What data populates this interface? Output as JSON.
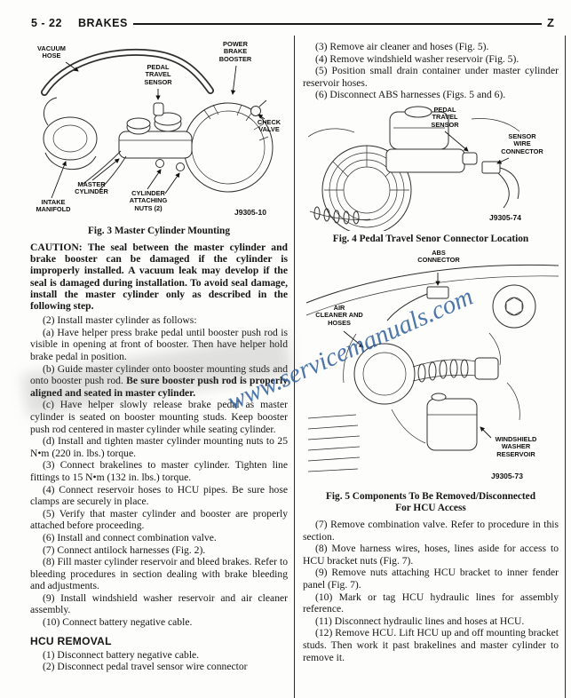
{
  "header": {
    "page_number": "5 - 22",
    "section_title": "BRAKES",
    "corner_mark": "Z"
  },
  "watermark": {
    "text": "www.servicemanuals.com",
    "color": "#2f5f9e"
  },
  "left_column": {
    "fig3": {
      "labels": {
        "vacuum_hose": "VACUUM\nHOSE",
        "pedal_travel_sensor": "PEDAL\nTRAVEL\nSENSOR",
        "power_brake_booster": "POWER\nBRAKE\nBOOSTER",
        "check_valve": "CHECK\nVALVE",
        "master_cylinder": "MASTER\nCYLINDER",
        "intake_manifold": "INTAKE\nMANIFOLD",
        "cylinder_attaching_nuts": "CYLINDER\nATTACHING\nNUTS (2)"
      },
      "code": "J9305-10",
      "caption": "Fig. 3 Master Cylinder Mounting"
    },
    "caution": "CAUTION: The seal between the master cylinder and brake booster can be damaged if the cylinder is improperly installed. A vacuum leak may develop if the seal is damaged during installation. To avoid seal damage, install the master cylinder only as described in the following step.",
    "steps": [
      "(2) Install master cylinder as follows:",
      "(a) Have helper press brake pedal until booster push rod is visible in opening at front of booster. Then have helper hold brake pedal in position.",
      [
        {
          "t": "(b) Guide master cylinder onto booster mounting studs and onto booster push rod. ",
          "b": false
        },
        {
          "t": "Be sure booster push rod is properly aligned and seated in master cylinder.",
          "b": true
        }
      ],
      "(c) Have helper slowly release brake pedal as master cylinder is seated on booster mounting studs. Keep booster push rod centered in master cylinder while seating cylinder.",
      "(d) Install and tighten master cylinder mounting nuts to 25 N•m (220 in. lbs.) torque.",
      "(3) Connect brakelines to master cylinder. Tighten line fittings to 15 N•m (132 in. lbs.) torque.",
      "(4) Connect reservoir hoses to HCU pipes. Be sure hose clamps are securely in place.",
      "(5) Verify that master cylinder and booster are properly attached before proceeding.",
      "(6) Install and connect combination valve.",
      "(7) Connect antilock harnesses (Fig. 2).",
      "(8) Fill master cylinder reservoir and bleed brakes. Refer to bleeding procedures in section dealing with brake bleeding and adjustments.",
      "(9) Install windshield washer reservoir and air cleaner assembly.",
      "(10) Connect battery negative cable."
    ],
    "hcu_removal": {
      "heading": "HCU REMOVAL",
      "steps": [
        "(1) Disconnect battery negative cable.",
        "(2) Disconnect pedal travel sensor wire connector"
      ]
    }
  },
  "right_column": {
    "steps_before_figs": [
      "(3) Remove air cleaner and hoses (Fig. 5).",
      "(4) Remove windshield washer reservoir (Fig. 5).",
      "(5) Position small drain container under master cylinder reservoir hoses.",
      "(6) Disconnect ABS harnesses (Figs. 5 and 6)."
    ],
    "fig4": {
      "labels": {
        "pedal_travel_sensor": "PEDAL\nTRAVEL\nSENSOR",
        "sensor_wire_connector": "SENSOR\nWIRE\nCONNECTOR"
      },
      "code": "J9305-74",
      "caption": "Fig. 4 Pedal Travel Senor Connector Location"
    },
    "fig5": {
      "labels": {
        "abs_connector": "ABS\nCONNECTOR",
        "air_cleaner_and_hoses": "AIR\nCLEANER AND\nHOSES",
        "windshield_washer_reservoir": "WINDSHIELD\nWASHER\nRESERVOIR"
      },
      "code": "J9305-73",
      "caption_line1": "Fig. 5 Components To Be Removed/Disconnected",
      "caption_line2": "For HCU Access"
    },
    "steps_after_figs": [
      "(7) Remove combination valve. Refer to procedure in this section.",
      "(8) Move harness wires, hoses, lines aside for access to HCU bracket nuts (Fig. 7).",
      "(9) Remove nuts attaching HCU bracket to inner fender panel (Fig. 7).",
      "(10) Mark or tag HCU hydraulic lines for assembly reference.",
      "(11) Disconnect hydraulic lines and hoses at HCU.",
      "(12) Remove HCU. Lift HCU up and off mounting bracket studs. Then work it past brakelines and master cylinder to remove it."
    ]
  }
}
